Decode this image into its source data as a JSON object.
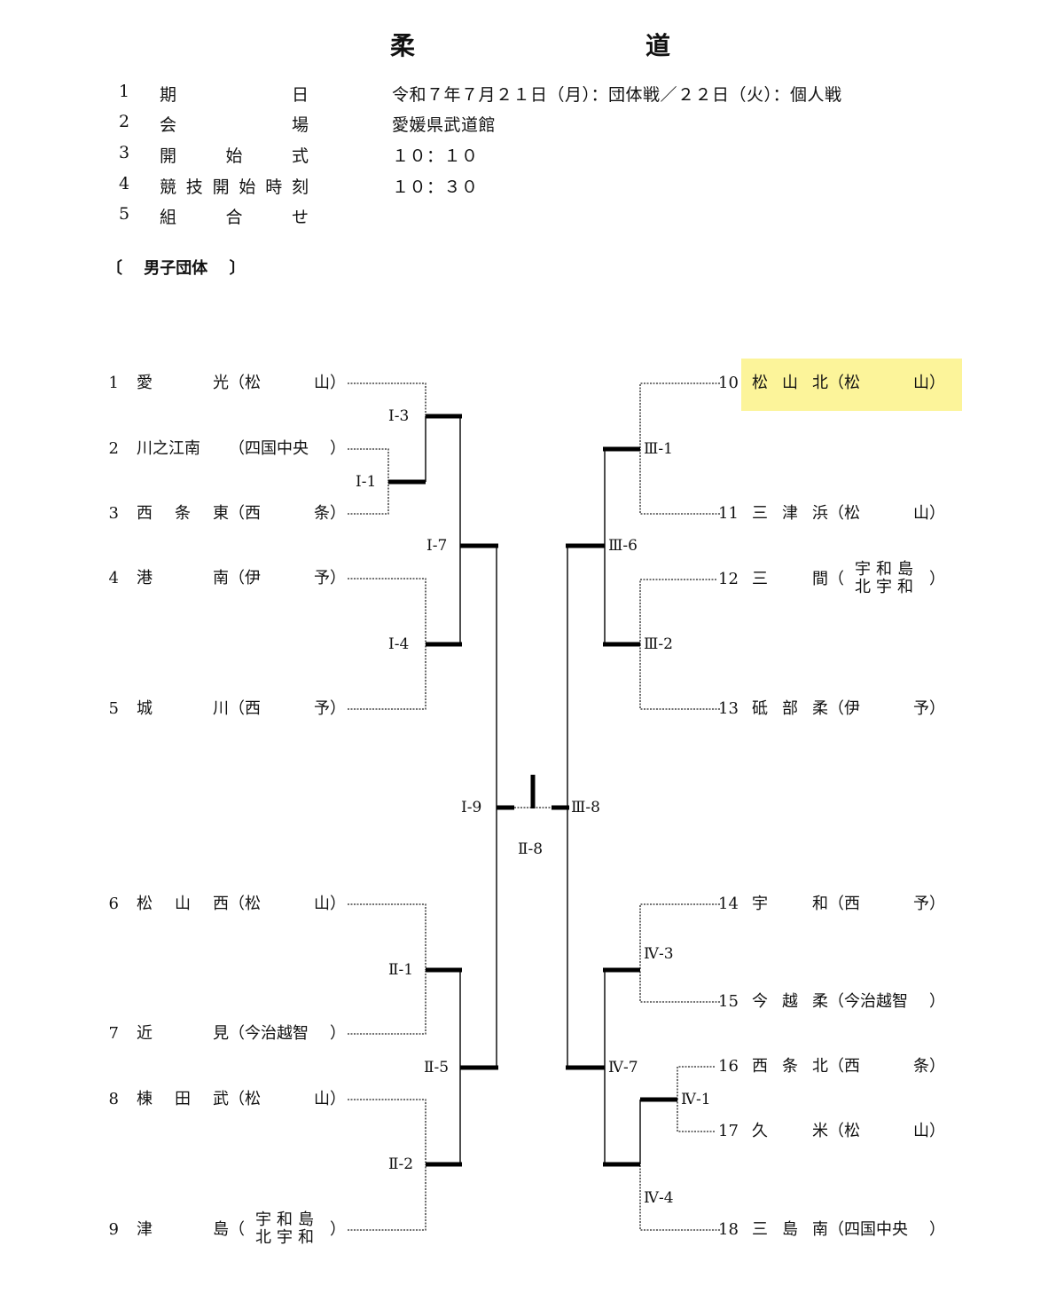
{
  "title": {
    "char1": "柔",
    "char2": "道"
  },
  "info": [
    {
      "num": "1",
      "label": "期日",
      "value": "令和７年７月２１日（月）：団体戦／２２日（火）：個人戦"
    },
    {
      "num": "2",
      "label": "会場",
      "value": "愛媛県武道館"
    },
    {
      "num": "3",
      "label": "開始式",
      "value": "１０：１０"
    },
    {
      "num": "4",
      "label": "競技開始時刻",
      "value": "１０：３０"
    },
    {
      "num": "5",
      "label": "組合せ",
      "value": ""
    }
  ],
  "section": {
    "open": "〔",
    "heading": "男子団体",
    "close": "〕"
  },
  "teams": [
    {
      "num": "1",
      "name": "愛光",
      "region": "松山"
    },
    {
      "num": "2",
      "name": "川之江南",
      "region": "四国中央"
    },
    {
      "num": "3",
      "name": "西条東",
      "region": "西条"
    },
    {
      "num": "4",
      "name": "港南",
      "region": "伊予"
    },
    {
      "num": "5",
      "name": "城川",
      "region": "西予"
    },
    {
      "num": "6",
      "name": "松山西",
      "region": "松山"
    },
    {
      "num": "7",
      "name": "近見",
      "region": "今治越智"
    },
    {
      "num": "8",
      "name": "棟田武",
      "region": "松山"
    },
    {
      "num": "9",
      "name": "津島",
      "region1": "宇和島",
      "region2": "北宇和"
    },
    {
      "num": "10",
      "name": "松山北",
      "region": "松山"
    },
    {
      "num": "11",
      "name": "三津浜",
      "region": "松山"
    },
    {
      "num": "12",
      "name": "三間",
      "region1": "宇和島",
      "region2": "北宇和"
    },
    {
      "num": "13",
      "name": "砥部柔",
      "region": "伊予"
    },
    {
      "num": "14",
      "name": "宇和",
      "region": "西予"
    },
    {
      "num": "15",
      "name": "今越柔",
      "region": "今治越智"
    },
    {
      "num": "16",
      "name": "西条北",
      "region": "西条"
    },
    {
      "num": "17",
      "name": "久米",
      "region": "松山"
    },
    {
      "num": "18",
      "name": "三島南",
      "region": "四国中央"
    }
  ],
  "matches": {
    "m_1_1": "Ⅰ-1",
    "m_1_3": "Ⅰ-3",
    "m_1_4": "Ⅰ-4",
    "m_1_7": "Ⅰ-7",
    "m_1_9": "Ⅰ-9",
    "m_2_1": "Ⅱ-1",
    "m_2_2": "Ⅱ-2",
    "m_2_5": "Ⅱ-5",
    "m_2_8": "Ⅱ-8",
    "m_3_1": "Ⅲ-1",
    "m_3_2": "Ⅲ-2",
    "m_3_6": "Ⅲ-6",
    "m_3_8": "Ⅲ-8",
    "m_4_1": "Ⅳ-1",
    "m_4_3": "Ⅳ-3",
    "m_4_4": "Ⅳ-4",
    "m_4_7": "Ⅳ-7"
  },
  "colors": {
    "highlight": "#fcf49a"
  }
}
